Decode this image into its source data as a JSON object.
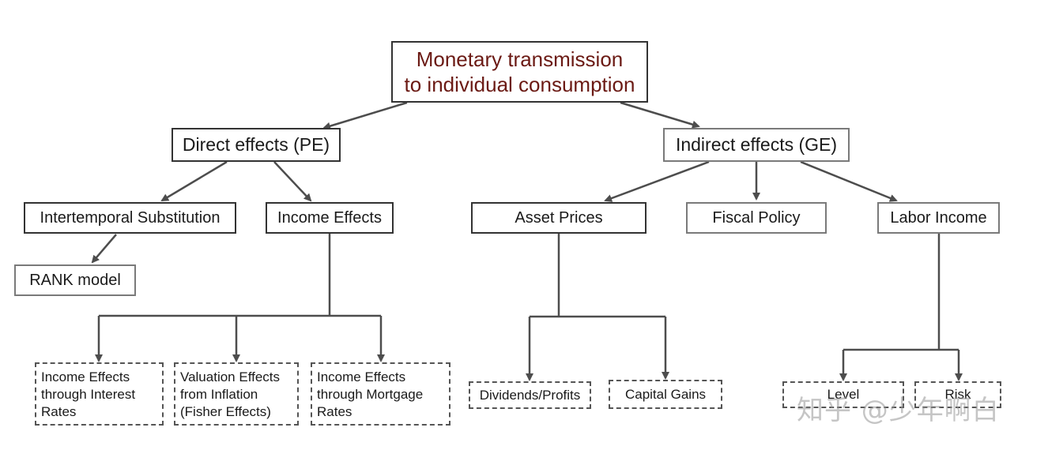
{
  "nodes": {
    "root_line1": "Monetary transmission",
    "root_line2": "to individual consumption",
    "direct": "Direct effects (PE)",
    "indirect": "Indirect effects (GE)",
    "intertemporal": "Intertemporal Substitution",
    "income_effects": "Income Effects",
    "rank": "RANK model",
    "asset_prices": "Asset Prices",
    "fiscal_policy": "Fiscal Policy",
    "labor_income": "Labor Income",
    "ie_interest": [
      "Income Effects",
      "through Interest",
      "Rates"
    ],
    "valuation": [
      "Valuation Effects",
      "from Inflation",
      "(Fisher Effects)"
    ],
    "ie_mortgage": [
      "Income Effects",
      "through Mortgage",
      "Rates"
    ],
    "dividends": "Dividends/Profits",
    "capital_gains": "Capital Gains",
    "level": "Level",
    "risk": "Risk"
  },
  "watermark": "知乎 @少年啊白",
  "colors": {
    "root_text": "#6b1a14",
    "dark_border": "#333333",
    "gray_border": "#7a7a7a",
    "arrow": "#4d4d4d"
  }
}
